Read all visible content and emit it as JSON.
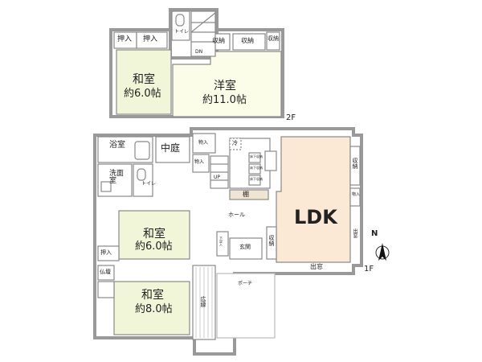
{
  "floor2": {
    "floor_label": "2F",
    "washitsu": {
      "name": "和室",
      "size": "約6.0帖"
    },
    "youshitsu": {
      "name": "洋室",
      "size": "約11.0帖"
    },
    "oshiire_a": "押入",
    "oshiire_b": "押入",
    "shuno_a": "収納",
    "shuno_b": "収納",
    "shuno_c": "収納",
    "toilet": "トイレ",
    "stairs_dn": "DN"
  },
  "floor1": {
    "floor_label": "1F",
    "ldk": "LDK",
    "washitsu_a": {
      "name": "和室",
      "size": "約6.0帖"
    },
    "washitsu_b": {
      "name": "和室",
      "size": "約8.0帖"
    },
    "yokushitsu": "浴室",
    "nakaniwa": "中庭",
    "senmen": "洗面室",
    "toilet": "トイレ",
    "monoire_a": "物入",
    "monoire_b": "物入",
    "monoire_c": "物入",
    "rei": "冷",
    "yukashita_1": "床下収納",
    "yukashita_2": "床下収納",
    "yukashita_3": "床下収納",
    "tana": "棚",
    "hall": "ホール",
    "stairs_up": "UP",
    "shuno_a": "収納",
    "shuno_b": "収納",
    "getabako": "下足入",
    "genkan": "玄関",
    "porch": "ポーチ",
    "oshiire": "押入",
    "butsuma": "仏壇",
    "hiroen": "広縁",
    "demado_a": "出窓",
    "demado_b": "出窓"
  },
  "compass": {
    "label": "N"
  },
  "colors": {
    "ldk_fill": "#fbe9d5",
    "washitsu_fill": "#f2f6d8",
    "youshitsu_fill": "#fcfde9",
    "wall": "#8a8a8a"
  }
}
